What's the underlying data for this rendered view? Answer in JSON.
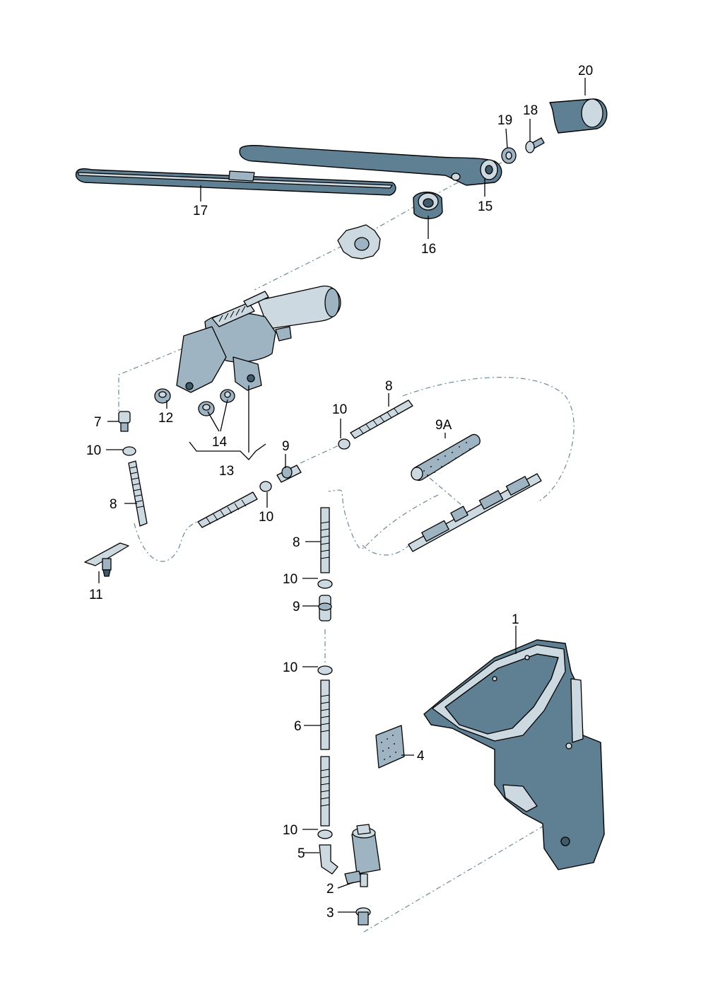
{
  "labels": {
    "p1": "1",
    "p2": "2",
    "p3": "3",
    "p4": "4",
    "p5": "5",
    "p6": "6",
    "p7": "7",
    "p8a": "8",
    "p8b": "8",
    "p8c": "8",
    "p9a": "9",
    "p9b": "9",
    "p9A": "9A",
    "p10a": "10",
    "p10b": "10",
    "p10c": "10",
    "p10d": "10",
    "p10e": "10",
    "p10f": "10",
    "p11": "11",
    "p12": "12",
    "p13": "13",
    "p14": "14",
    "p15": "15",
    "p16": "16",
    "p17": "17",
    "p18": "18",
    "p19": "19",
    "p20": "20"
  },
  "colors": {
    "part_fill": "#5f7f93",
    "part_light": "#cdd9e1",
    "line": "#000000",
    "dash_line": "#6d8797"
  }
}
